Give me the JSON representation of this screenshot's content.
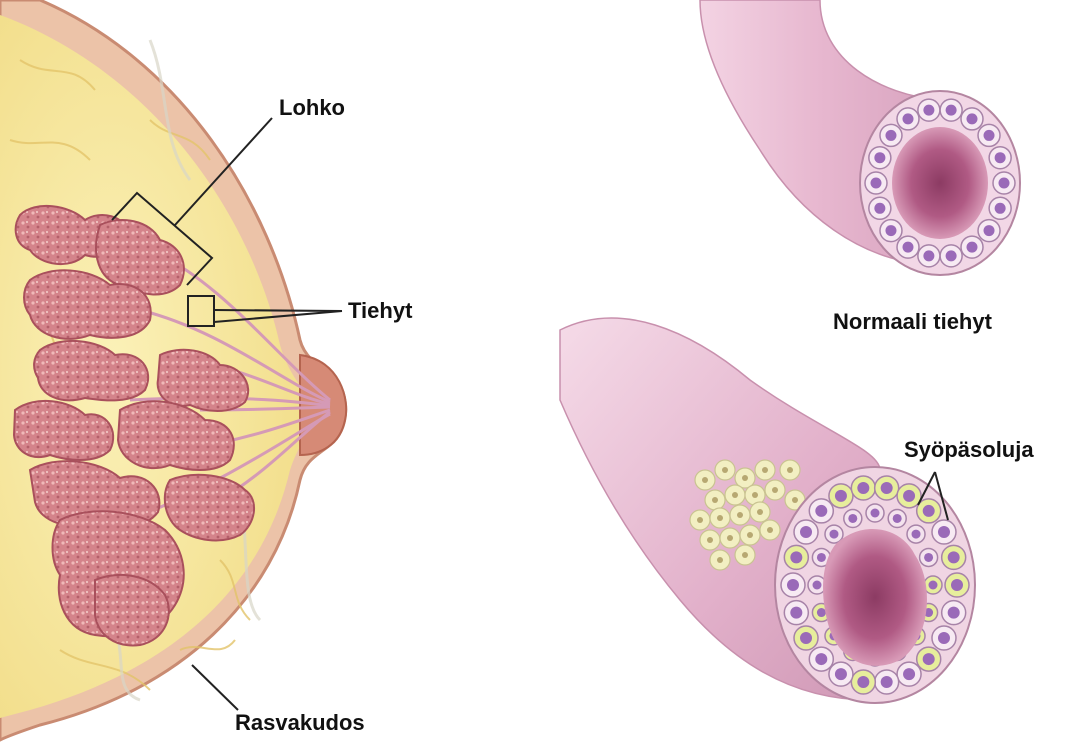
{
  "labels": {
    "lobe": "Lohko",
    "duct": "Tiehyt",
    "normal_duct": "Normaali tiehyt",
    "cancer_cells": "Syöpäsoluja",
    "fat_tissue": "Rasvakudos"
  },
  "colors": {
    "skin": "#e8bfa4",
    "skin_edge": "#c98b72",
    "fat": "#f6e79a",
    "lobule": "#cf7a80",
    "lobule_dark": "#a9505c",
    "duct_wall": "#e3b6cf",
    "duct_lumen": "#b2567e",
    "cell_nucleus": "#9a6ab8",
    "cancer_cell": "#e7ee9c"
  }
}
